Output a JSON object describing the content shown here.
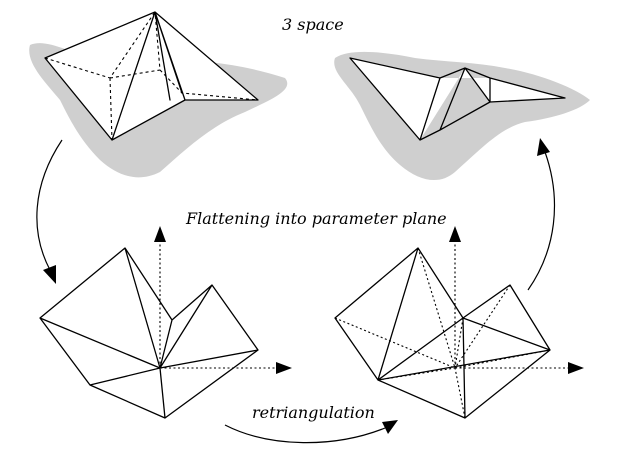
{
  "labels": {
    "top": "3 space",
    "middle": "Flattening into parameter plane",
    "bottom": "retriangulation"
  }
}
